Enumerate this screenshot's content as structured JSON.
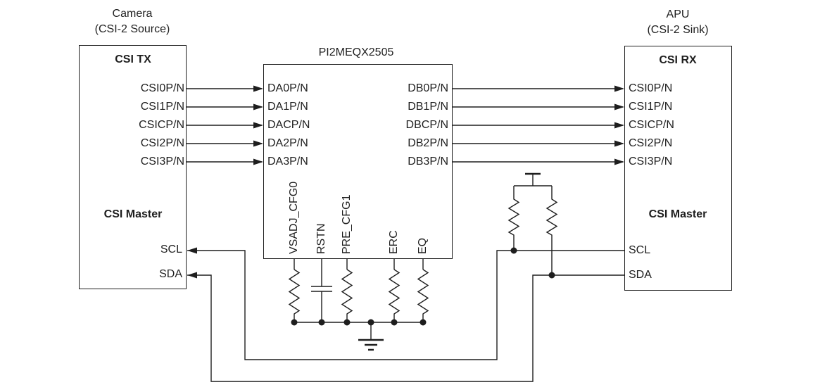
{
  "camera": {
    "title": [
      "Camera",
      "(CSI-2 Source)"
    ],
    "header": "CSI TX",
    "role_label": "CSI Master",
    "pins": [
      "CSI0P/N",
      "CSI1P/N",
      "CSICP/N",
      "CSI2P/N",
      "CSI3P/N"
    ],
    "i2c": [
      "SCL",
      "SDA"
    ]
  },
  "retimer": {
    "title": "PI2MEQX2505",
    "left_pins": [
      "DA0P/N",
      "DA1P/N",
      "DACP/N",
      "DA2P/N",
      "DA3P/N"
    ],
    "right_pins": [
      "DB0P/N",
      "DB1P/N",
      "DBCP/N",
      "DB2P/N",
      "DB3P/N"
    ],
    "bottom_pins": [
      "VSADJ_CFG0",
      "RSTN",
      "PRE_CFG1",
      "ERC",
      "EQ"
    ]
  },
  "apu": {
    "title": [
      "APU",
      "(CSI-2 Sink)"
    ],
    "header": "CSI RX",
    "role_label": "CSI Master",
    "pins": [
      "CSI0P/N",
      "CSI1P/N",
      "CSICP/N",
      "CSI2P/N",
      "CSI3P/N"
    ],
    "i2c": [
      "SCL",
      "SDA"
    ]
  },
  "colors": {
    "line": "#1e1e1e",
    "background": "#ffffff"
  }
}
